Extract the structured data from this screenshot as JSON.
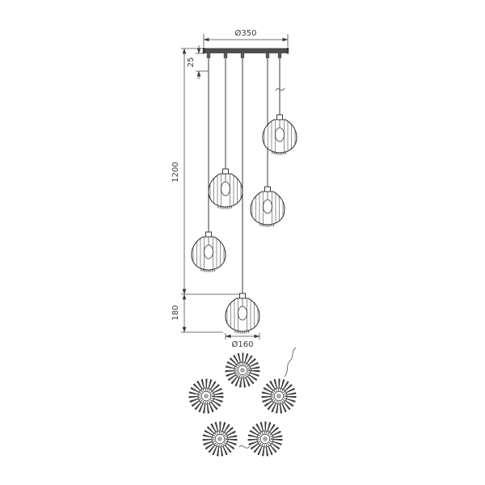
{
  "drawing": {
    "line_color": "#3a3a3a",
    "dims": {
      "canopy_diameter": "Ø350",
      "canopy_drop": "25",
      "suspension_height": "1200",
      "lamp_height": "180",
      "shade_diameter": "Ø160"
    }
  }
}
